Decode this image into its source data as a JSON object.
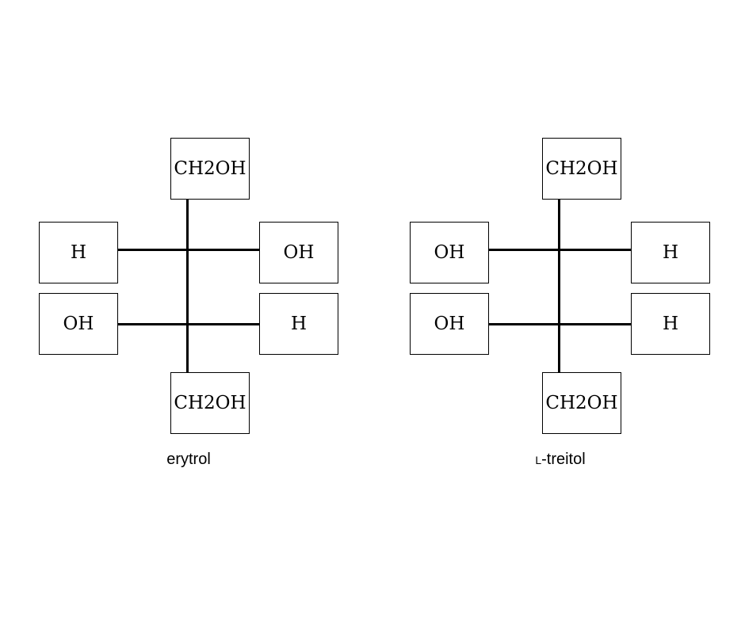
{
  "molecules": [
    {
      "name": "erytrol",
      "top": "CH2OH",
      "bottom": "CH2OH",
      "rows": [
        {
          "left": "H",
          "right": "OH"
        },
        {
          "left": "OH",
          "right": "H"
        }
      ]
    },
    {
      "name_prefix": "L",
      "name_suffix": "-treitol",
      "top": "CH2OH",
      "bottom": "CH2OH",
      "rows": [
        {
          "left": "OH",
          "right": "H"
        },
        {
          "left": "OH",
          "right": "H"
        }
      ]
    }
  ]
}
